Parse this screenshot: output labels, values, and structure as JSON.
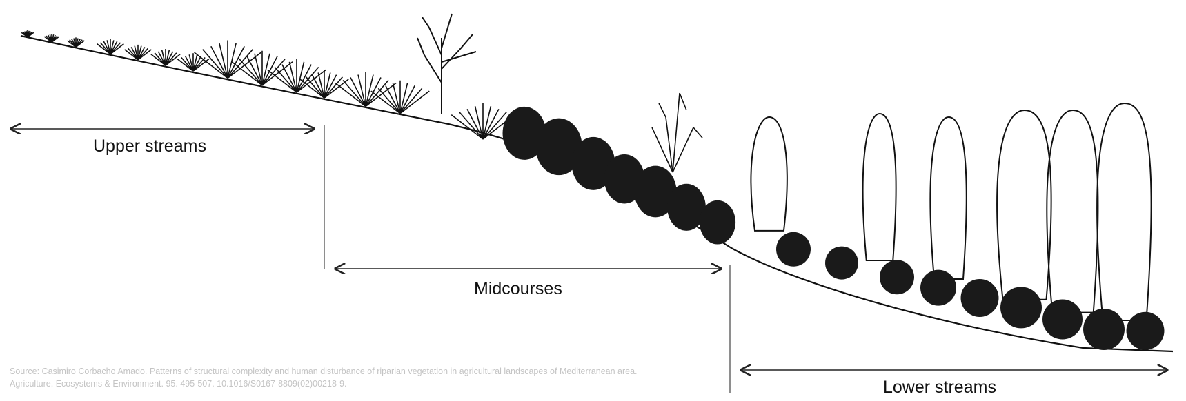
{
  "diagram": {
    "zones": {
      "upper": "Upper streams",
      "mid": "Midcourses",
      "lower": "Lower streams"
    },
    "source": "Source: Casimiro Corbacho Amado. Patterns of structural complexity and human disturbance of riparian vegetation in agricultural landscapes of Mediterranean area. Agriculture, Ecosystems & Environment. 95. 495-507. 10.1016/S0167-8809(02)00218-9."
  }
}
